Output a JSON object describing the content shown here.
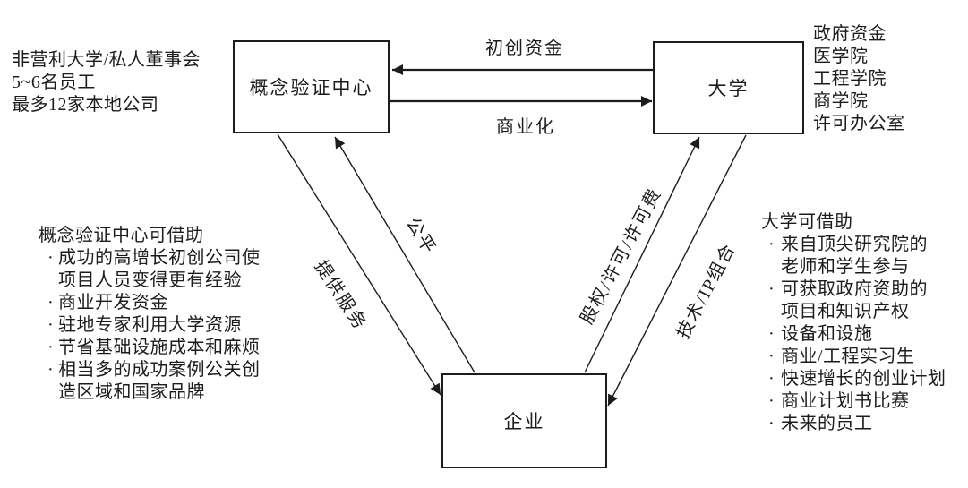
{
  "ui": {
    "bullet": "·"
  },
  "colors": {
    "ink": "#1c1c1c",
    "background": "#ffffff"
  },
  "diagram": {
    "nodes": {
      "poc": {
        "label": "概念验证中心"
      },
      "university": {
        "label": "大学"
      },
      "enterprise": {
        "label": "企业"
      }
    },
    "edges": {
      "startup_funding": {
        "label": "初创资金",
        "from": "university",
        "to": "poc"
      },
      "commercialization": {
        "label": "商业化",
        "from": "poc",
        "to": "university"
      },
      "provide_services": {
        "label": "提供服务",
        "from": "poc",
        "to": "enterprise"
      },
      "equity": {
        "label": "公平",
        "from": "enterprise",
        "to": "poc"
      },
      "equity_license_fees": {
        "label": "股权/许可/许可费",
        "from": "enterprise",
        "to": "university"
      },
      "tech_ip_portfolio": {
        "label": "技术/IP组合",
        "from": "university",
        "to": "enterprise"
      }
    },
    "notes": {
      "poc_attributes": {
        "lines": [
          "非营利大学/私人董事会",
          "5~6名员工",
          "最多12家本地公司"
        ]
      },
      "university_attributes": {
        "lines": [
          "政府资金",
          "医学院",
          "工程学院",
          "商学院",
          "许可办公室"
        ]
      },
      "poc_benefits": {
        "title": "概念验证中心可借助",
        "lines": [
          "成功的高增长初创公司使",
          "项目人员变得更有经验",
          "商业开发资金",
          "驻地专家利用大学资源",
          "节省基础设施成本和麻烦",
          "相当多的成功案例公关创",
          "造区域和国家品牌"
        ]
      },
      "university_benefits": {
        "title": "大学可借助",
        "lines": [
          "来自顶尖研究院的",
          "老师和学生参与",
          "可获取政府资助的",
          "项目和知识产权",
          "设备和设施",
          "商业/工程实习生",
          "快速增长的创业计划",
          "商业计划书比赛",
          "未来的员工"
        ]
      }
    }
  }
}
